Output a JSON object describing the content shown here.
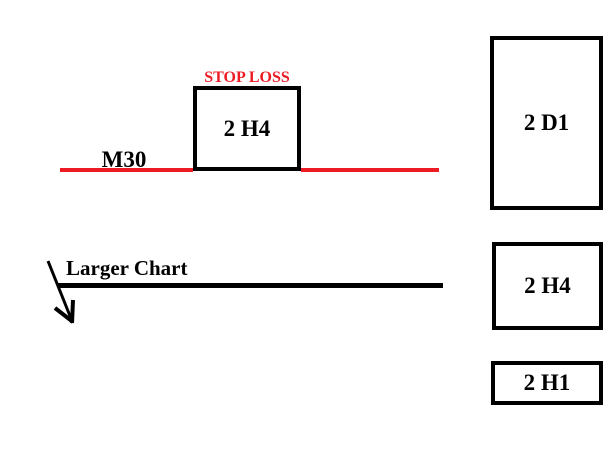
{
  "diagram": {
    "background": "#ffffff",
    "colors": {
      "accent_red": "#ed1c24",
      "line_black": "#000000"
    },
    "top_scene": {
      "m30_label": "M30",
      "stop_loss_label": "STOP LOSS",
      "stop_loss_box_label": "2 H4"
    },
    "bottom_scene": {
      "larger_chart_label": "Larger Chart",
      "arrow_icon": "arrow-down-right-icon"
    },
    "right_column": {
      "boxes": [
        {
          "label": "2 D1"
        },
        {
          "label": "2 H4"
        },
        {
          "label": "2 H1"
        }
      ]
    }
  }
}
